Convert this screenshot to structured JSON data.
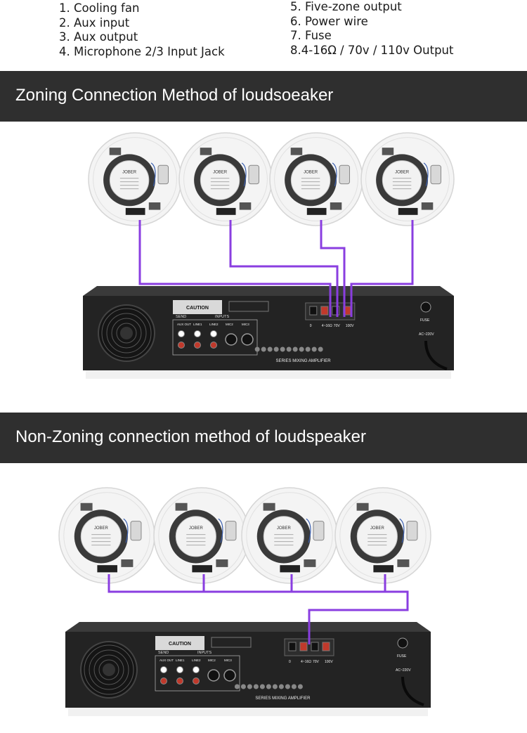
{
  "legend": {
    "left": [
      "1. Cooling fan",
      "2. Aux input",
      "3. Aux output",
      "4. Microphone 2/3 Input Jack"
    ],
    "right": [
      "5. Five-zone  output",
      "6. Power wire",
      "7. Fuse",
      "8.4-16Ω / 70v / 110v Output"
    ]
  },
  "sections": {
    "zoning": {
      "title": "Zoning Connection Method of loudsoeaker"
    },
    "non_zoning": {
      "title": "Non-Zoning connection method of loudspeaker"
    }
  },
  "speaker": {
    "brand": "JOBER"
  },
  "amplifier": {
    "caution": "CAUTION",
    "send_label": "SEND",
    "inputs_label": "INPUTS",
    "jacks": [
      "AUX OUT",
      "LINE1",
      "LINE2",
      "MIC2",
      "MIC3"
    ],
    "model_label": "SERIES MIXING AMPLIFIER",
    "fuse_label": "FUSE",
    "power_label": "AC~220V",
    "output_labels": [
      "0",
      "4~16Ω",
      "70V",
      "100V"
    ]
  },
  "colors": {
    "wire": "#8a3ee0",
    "banner": "#2f2f2f",
    "chassis": "#232323"
  }
}
